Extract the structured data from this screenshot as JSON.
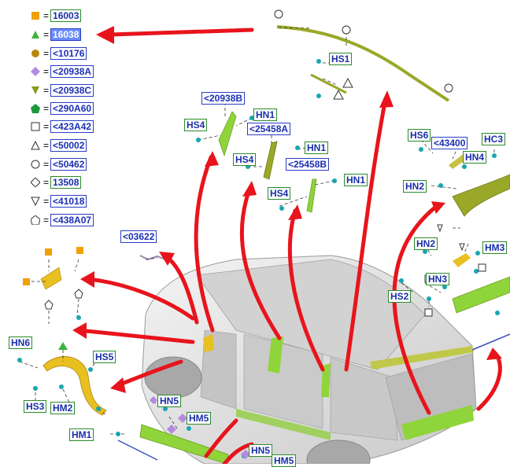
{
  "legend": [
    {
      "symbol": "square-filled-orange",
      "eq": "=",
      "code": "16003",
      "box": "green"
    },
    {
      "symbol": "triangle-filled-green",
      "eq": "=",
      "code": "16038",
      "box": "hl"
    },
    {
      "symbol": "circle-filled-brown",
      "eq": "=",
      "code": "<10176",
      "box": "blue"
    },
    {
      "symbol": "diamond-filled-violet",
      "eq": "=",
      "code": "<20938A",
      "box": "blue"
    },
    {
      "symbol": "triangle-down-filled-olive",
      "eq": "=",
      "code": "<20938C",
      "box": "blue"
    },
    {
      "symbol": "pentagon-filled-green",
      "eq": "=",
      "code": "<290A60",
      "box": "blue"
    },
    {
      "symbol": "square-outline",
      "eq": "=",
      "code": "<423A42",
      "box": "blue"
    },
    {
      "symbol": "triangle-outline",
      "eq": "=",
      "code": "<50002",
      "box": "blue"
    },
    {
      "symbol": "circle-outline",
      "eq": "=",
      "code": "<50462",
      "box": "blue"
    },
    {
      "symbol": "diamond-outline",
      "eq": "=",
      "code": "13508",
      "box": "green"
    },
    {
      "symbol": "triangle-down-outline",
      "eq": "=",
      "code": "<41018",
      "box": "blue"
    },
    {
      "symbol": "pentagon-outline",
      "eq": "=",
      "code": "<438A07",
      "box": "blue"
    }
  ],
  "callouts": {
    "hs1": "HS1",
    "c20938b": "<20938B",
    "hn1_a": "HN1",
    "hs4_a": "HS4",
    "c25458a": "<25458A",
    "hn1_b": "HN1",
    "hs4_b": "HS4",
    "c25458b": "<25458B",
    "hn1_c": "HN1",
    "hs4_c": "HS4",
    "hs6": "HS6",
    "c43400": "<43400",
    "hc3": "HC3",
    "hn4": "HN4",
    "hn2_a": "HN2",
    "c03622": "<03622",
    "hn2_b": "HN2",
    "hm3": "HM3",
    "hn3": "HN3",
    "hs2": "HS2",
    "hn6": "HN6",
    "hs5": "HS5",
    "hs3": "HS3",
    "hm2": "HM2",
    "hn5_a": "HN5",
    "hm5_a": "HM5",
    "hm1": "HM1",
    "hn5_b": "HN5",
    "hm5_b": "HM5"
  },
  "colors": {
    "arrow": "#e8141c",
    "part_green": "#8fd43a",
    "part_olive": "#9aa82a",
    "part_yellow": "#e8c020",
    "label_blue": "#2a3dc4",
    "label_green": "#2a8a2a",
    "clip_cyan": "#18a6b0"
  }
}
